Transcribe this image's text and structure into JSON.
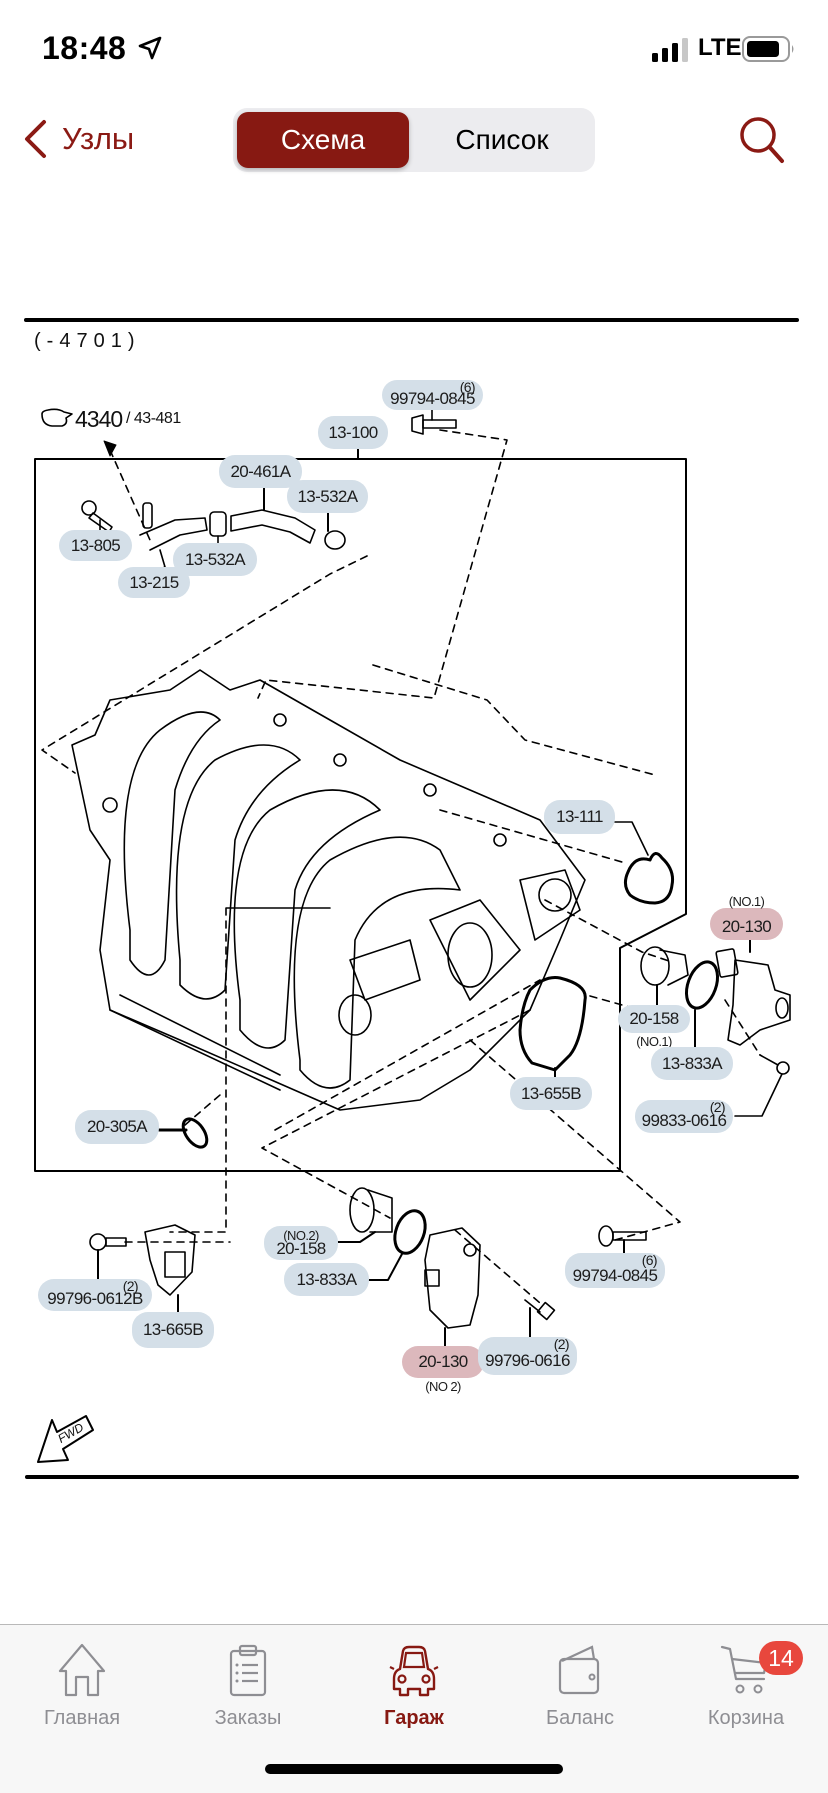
{
  "status_bar": {
    "time": "18:48",
    "network": "LTE",
    "icons": [
      "location-arrow-icon",
      "signal-icon",
      "battery-icon"
    ]
  },
  "nav": {
    "back_label": "Узлы",
    "segments": [
      {
        "label": "Схема",
        "active": true
      },
      {
        "label": "Список",
        "active": false
      }
    ],
    "search_icon": "search-icon",
    "accent_color": "#871912"
  },
  "diagram": {
    "range_note": "(-4701)",
    "ref_main": "4340",
    "ref_sub": "/ 43-481",
    "fwd_label": "FWD",
    "label_colors": {
      "normal": "#d4dfe8",
      "highlighted": "#dcb8bc"
    },
    "callouts": [
      {
        "id": "c1",
        "part": "99794-0845",
        "qty": "(6)",
        "note": ""
      },
      {
        "id": "c2",
        "part": "13-100",
        "qty": "",
        "note": ""
      },
      {
        "id": "c3",
        "part": "20-461A",
        "qty": "",
        "note": ""
      },
      {
        "id": "c4",
        "part": "13-532A",
        "qty": "",
        "note": ""
      },
      {
        "id": "c5",
        "part": "13-805",
        "qty": "",
        "note": ""
      },
      {
        "id": "c6",
        "part": "13-532A",
        "qty": "",
        "note": ""
      },
      {
        "id": "c7",
        "part": "13-215",
        "qty": "",
        "note": ""
      },
      {
        "id": "c8",
        "part": "13-111",
        "qty": "",
        "note": ""
      },
      {
        "id": "c9",
        "part": "20-130",
        "qty": "",
        "note": "(NO.1)",
        "highlighted": true
      },
      {
        "id": "c10",
        "part": "20-158",
        "qty": "",
        "note": "(NO.1)"
      },
      {
        "id": "c11",
        "part": "13-833A",
        "qty": "",
        "note": ""
      },
      {
        "id": "c12",
        "part": "13-655B",
        "qty": "",
        "note": ""
      },
      {
        "id": "c13",
        "part": "99833-0616",
        "qty": "(2)",
        "note": ""
      },
      {
        "id": "c14",
        "part": "20-305A",
        "qty": "",
        "note": ""
      },
      {
        "id": "c15",
        "part": "20-158",
        "qty": "",
        "note": "(NO.2)"
      },
      {
        "id": "c16",
        "part": "13-833A",
        "qty": "",
        "note": ""
      },
      {
        "id": "c17",
        "part": "99794-0845",
        "qty": "(6)",
        "note": ""
      },
      {
        "id": "c18",
        "part": "99796-0612B",
        "qty": "(2)",
        "note": ""
      },
      {
        "id": "c19",
        "part": "13-665B",
        "qty": "",
        "note": ""
      },
      {
        "id": "c20",
        "part": "20-130",
        "qty": "",
        "note": "(NO 2)",
        "highlighted": true
      },
      {
        "id": "c21",
        "part": "99796-0616",
        "qty": "(2)",
        "note": ""
      }
    ]
  },
  "tabbar": {
    "tabs": [
      {
        "label": "Главная",
        "icon": "home-icon",
        "active": false
      },
      {
        "label": "Заказы",
        "icon": "clipboard-icon",
        "active": false
      },
      {
        "label": "Гараж",
        "icon": "car-icon",
        "active": true
      },
      {
        "label": "Баланс",
        "icon": "wallet-icon",
        "active": false
      },
      {
        "label": "Корзина",
        "icon": "cart-icon",
        "active": false,
        "badge": "14"
      }
    ],
    "badge_color": "#e8473d"
  }
}
